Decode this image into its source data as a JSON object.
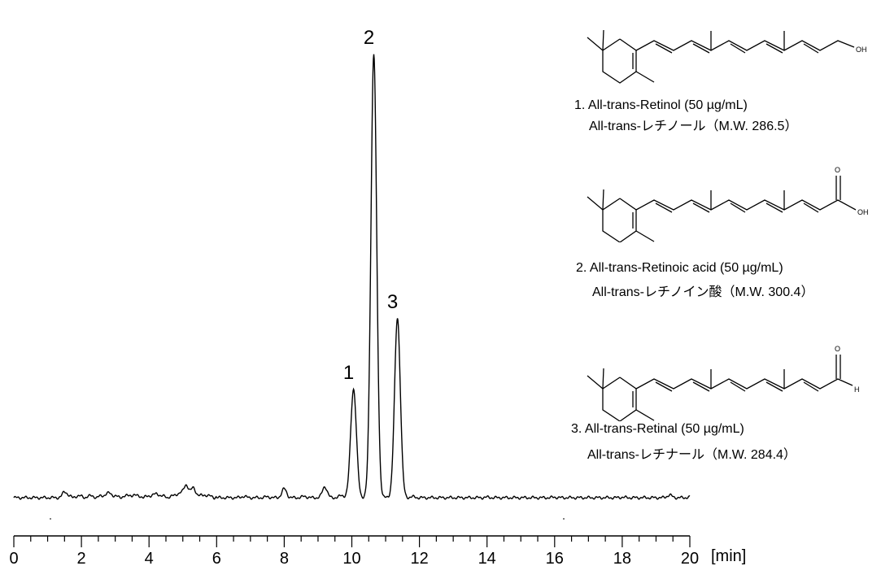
{
  "chart_data": {
    "type": "line",
    "title": "",
    "xlabel": "[min]",
    "ylabel": "",
    "xlim": [
      0,
      20
    ],
    "xticks": [
      0,
      2,
      4,
      6,
      8,
      10,
      12,
      14,
      16,
      18,
      20
    ],
    "grid": false,
    "legend": "none",
    "series": [
      {
        "x": [
          0,
          1.5,
          2.8,
          3.5,
          4.2,
          4.9,
          5.1,
          5.3,
          5.6,
          6.8,
          7.5,
          8.0,
          8.6,
          9.2,
          9.7,
          10.05,
          10.4,
          10.65,
          11.0,
          11.35,
          11.8,
          14.0,
          16.0,
          18.0,
          19.4,
          20.0
        ],
        "y": [
          0.0,
          0.01,
          0.01,
          0.005,
          0.008,
          0.01,
          0.025,
          0.02,
          0.005,
          0.003,
          0.002,
          0.02,
          0.003,
          0.025,
          0.005,
          0.245,
          0.0,
          1.0,
          0.0,
          0.405,
          0.002,
          0.001,
          0.001,
          0.001,
          0.006,
          0.001
        ],
        "values_note_unused": null
      }
    ],
    "peaks": [
      {
        "label": "1",
        "x": 10.05,
        "y": 0.245
      },
      {
        "label": "2",
        "x": 10.65,
        "y": 1.0
      },
      {
        "label": "3",
        "x": 11.35,
        "y": 0.405
      }
    ]
  },
  "compounds": [
    {
      "name": "1. All-trans-Retinol (50 µg/mL)",
      "jp": "All-trans-レチノール（M.W. 286.5）",
      "group": "OH"
    },
    {
      "name": "2. All-trans-Retinoic acid (50 µg/mL)",
      "jp": "All-trans-レチノイン酸（M.W. 300.4）",
      "group": "O",
      "group2": "OH"
    },
    {
      "name": "3. All-trans-Retinal (50 µg/mL)",
      "jp": "All-trans-レチナール（M.W. 284.4）",
      "group": "O",
      "group2": "H"
    }
  ]
}
